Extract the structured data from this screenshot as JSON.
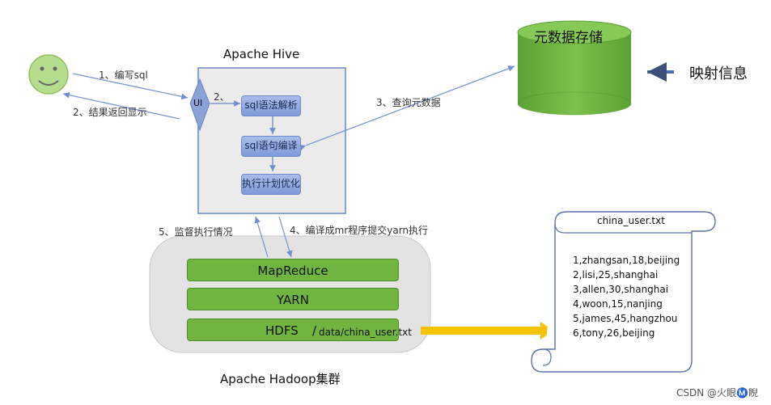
{
  "hive": {
    "title": "Apache Hive",
    "ui_label": "UI",
    "step2_label": "2、",
    "nodes": [
      "sql语法解析",
      "sql语句编译",
      "执行计划优化"
    ]
  },
  "metastore": {
    "label": "元数据存储",
    "mapping_label": "映射信息"
  },
  "edges": {
    "write_sql": "1、编写sql",
    "return_result": "2、结果返回显示",
    "query_meta": "3、查询元数据",
    "submit_yarn": "4、编译成mr程序提交yarn执行",
    "monitor": "5、监督执行情况"
  },
  "hadoop": {
    "title": "Apache Hadoop集群",
    "layers": [
      "MapReduce",
      "YARN",
      "HDFS"
    ],
    "hdfs_path_prefix": "/",
    "hdfs_path": "data/china_user.txt"
  },
  "file": {
    "name": "china_user.txt",
    "lines": [
      "1,zhangsan,18,beijing",
      "2,lisi,25,shanghai",
      "3,allen,30,shanghai",
      "4,woon,15,nanjing",
      "5,james,45,hangzhou",
      "6,tony,26,beijing"
    ]
  },
  "watermark": "CSDN @火眼Ⓜ️睨",
  "colors": {
    "green": "#71b541",
    "blue_node": "#8ea6dd",
    "arrow_blue": "#7b97d3",
    "gray_box": "#e6e6e6",
    "hdfs_arrow": "#f2c200"
  }
}
